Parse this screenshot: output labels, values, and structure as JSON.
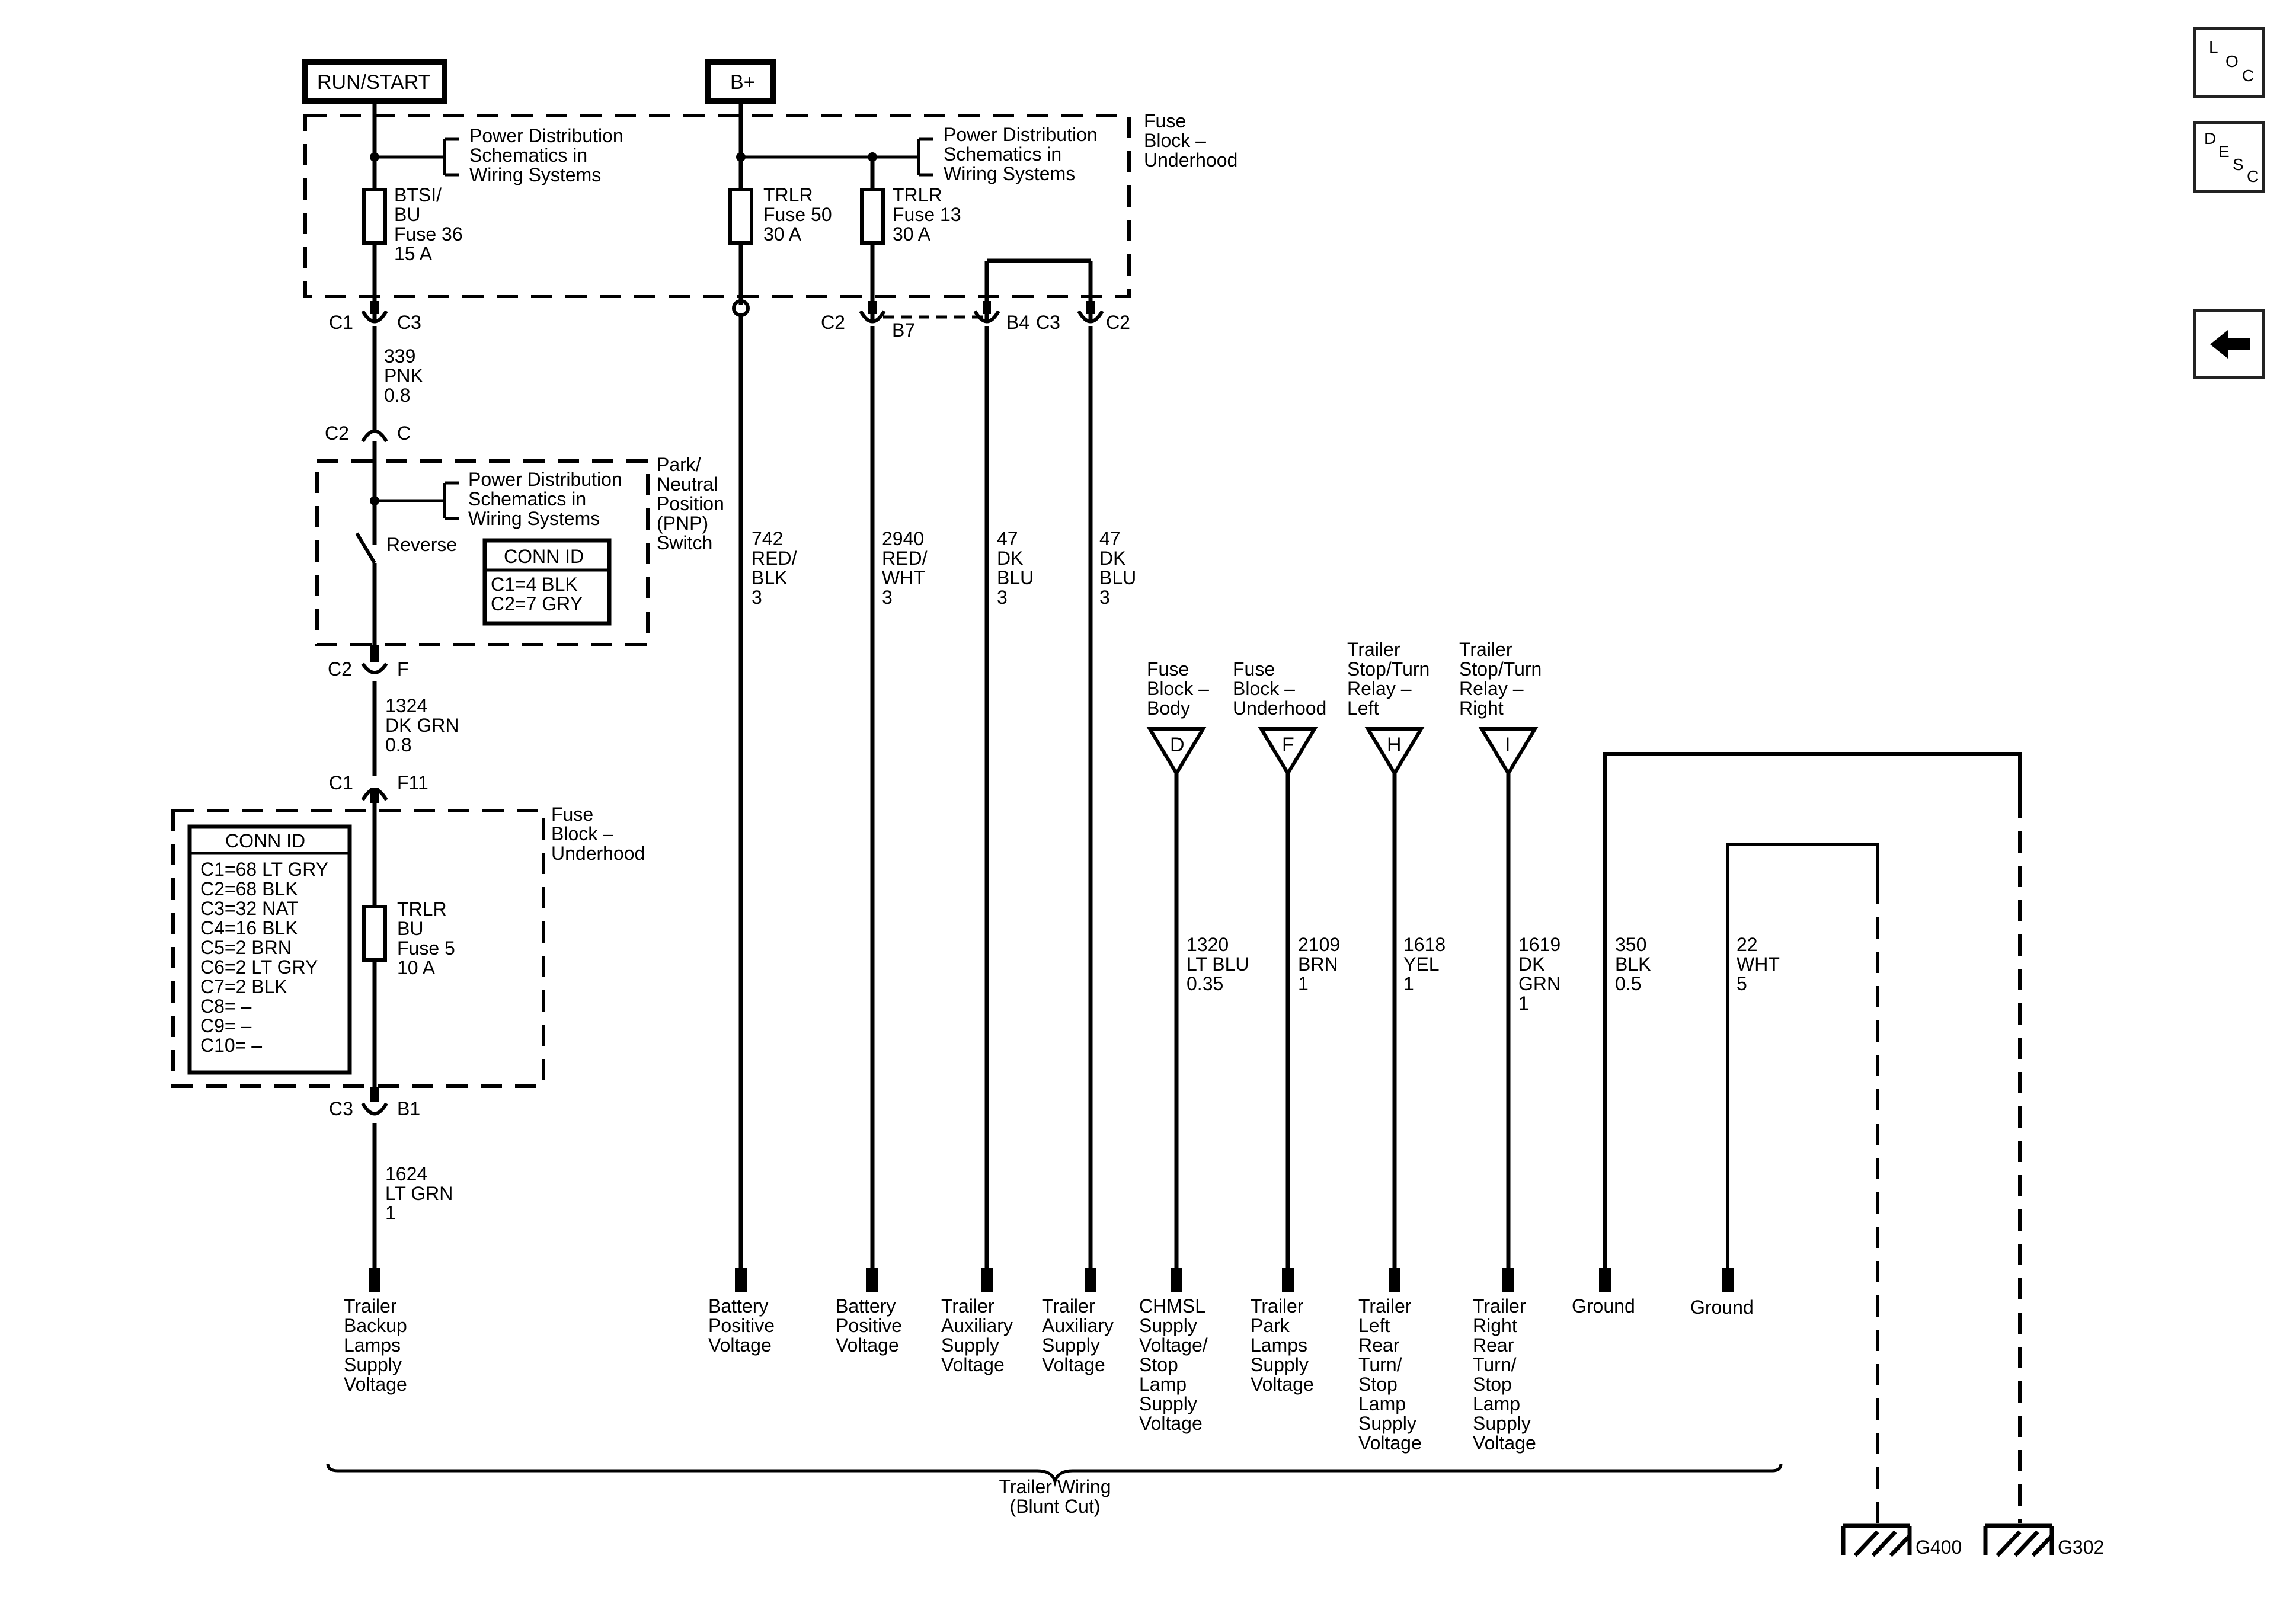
{
  "top_labels": {
    "run_start": "RUN/START",
    "bplus": "B+"
  },
  "pd_schematics": [
    "Power Distribution",
    "Schematics in",
    "Wiring Systems"
  ],
  "fuse_block_underhood": [
    "Fuse",
    "Block –",
    "Underhood"
  ],
  "fuse36": [
    "BTSI/",
    "BU",
    "Fuse 36",
    "15 A"
  ],
  "fuse50": [
    "TRLR",
    "Fuse 50",
    "30 A"
  ],
  "fuse13": [
    "TRLR",
    "Fuse 13",
    "30 A"
  ],
  "fuse5": [
    "TRLR",
    "BU",
    "Fuse 5",
    "10 A"
  ],
  "conn_labels": {
    "c1_a": "C1",
    "c3_a": "C3",
    "c2_b": "C2",
    "c_b": "C",
    "c2_c": "C2",
    "f_c": "F",
    "c1_d": "C1",
    "f11_d": "F11",
    "c3_e": "C3",
    "b1_e": "B1",
    "c2_f": "C2",
    "b7_f": "B7",
    "b4_g": "B4",
    "c3_g": "C3",
    "c2_g": "C2"
  },
  "wires": {
    "w339": [
      "339",
      "PNK",
      "0.8"
    ],
    "w1324": [
      "1324",
      "DK GRN",
      "0.8"
    ],
    "w1624": [
      "1624",
      "LT GRN",
      "1"
    ],
    "w742": [
      "742",
      "RED/",
      "BLK",
      "3"
    ],
    "w2940": [
      "2940",
      "RED/",
      "WHT",
      "3"
    ],
    "w47a": [
      "47",
      "DK",
      "BLU",
      "3"
    ],
    "w47b": [
      "47",
      "DK",
      "BLU",
      "3"
    ],
    "w1320": [
      "1320",
      "LT BLU",
      "0.35"
    ],
    "w2109": [
      "2109",
      "BRN",
      "1"
    ],
    "w1618": [
      "1618",
      "YEL",
      "1"
    ],
    "w1619": [
      "1619",
      "DK",
      "GRN",
      "1"
    ],
    "w350": [
      "350",
      "BLK",
      "0.5"
    ],
    "w22": [
      "22",
      "WHT",
      "5"
    ]
  },
  "pnp_switch": {
    "label": [
      "Park/",
      "Neutral",
      "Position",
      "(PNP)",
      "Switch"
    ],
    "reverse": "Reverse"
  },
  "conn_id_small": {
    "title": "CONN ID",
    "rows": [
      "C1=4 BLK",
      "C2=7 GRY"
    ]
  },
  "conn_id_large": {
    "title": "CONN ID",
    "rows": [
      "C1=68 LT GRY",
      "C2=68 BLK",
      "C3=32 NAT",
      "C4=16 BLK",
      "C5=2 BRN",
      "C6=2 LT GRY",
      "C7=2 BLK",
      "C8= –",
      "C9= –",
      "C10= –"
    ]
  },
  "sources": {
    "d": {
      "letter": "D",
      "label": [
        "Fuse",
        "Block –",
        "Body"
      ]
    },
    "f": {
      "letter": "F",
      "label": [
        "Fuse",
        "Block –",
        "Underhood"
      ]
    },
    "h": {
      "letter": "H",
      "label": [
        "Trailer",
        "Stop/Turn",
        "Relay –",
        "Left"
      ]
    },
    "i": {
      "letter": "I",
      "label": [
        "Trailer",
        "Stop/Turn",
        "Relay –",
        "Right"
      ]
    }
  },
  "terminals": {
    "t1": [
      "Trailer",
      "Backup",
      "Lamps",
      "Supply",
      "Voltage"
    ],
    "t2": [
      "Battery",
      "Positive",
      "Voltage"
    ],
    "t3": [
      "Battery",
      "Positive",
      "Voltage"
    ],
    "t4": [
      "Trailer",
      "Auxiliary",
      "Supply",
      "Voltage"
    ],
    "t5": [
      "Trailer",
      "Auxiliary",
      "Supply",
      "Voltage"
    ],
    "t6": [
      "CHMSL",
      "Supply",
      "Voltage/",
      "Stop",
      "Lamp",
      "Supply",
      "Voltage"
    ],
    "t7": [
      "Trailer",
      "Park",
      "Lamps",
      "Supply",
      "Voltage"
    ],
    "t8": [
      "Trailer",
      "Left",
      "Rear",
      "Turn/",
      "Stop",
      "Lamp",
      "Supply",
      "Voltage"
    ],
    "t9": [
      "Trailer",
      "Right",
      "Rear",
      "Turn/",
      "Stop",
      "Lamp",
      "Supply",
      "Voltage"
    ],
    "t10": [
      "Ground"
    ],
    "t11": [
      "Ground"
    ]
  },
  "harness": [
    "Trailer Wiring",
    "(Blunt Cut)"
  ],
  "grounds": {
    "g400": "G400",
    "g302": "G302"
  },
  "nav": {
    "loc": [
      "L",
      "O",
      "C"
    ],
    "desc": [
      "D",
      "E",
      "S",
      "C"
    ]
  }
}
